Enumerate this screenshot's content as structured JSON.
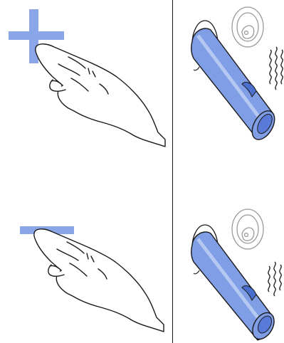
{
  "colors": {
    "background": "#ffffff",
    "line": "#1a1a1a",
    "accent_light": "#8aa6e8",
    "tube_fill": "#7f9ee6",
    "tube_dark": "#4a6fcf",
    "tube_light": "#b5c8f2"
  },
  "panels": [
    {
      "id": "plus",
      "icon": "plus-sign-icon",
      "hand": "finger-pointing-icon"
    },
    {
      "id": "spout-warm",
      "icon": "water-drop-icon",
      "spout": "faucet-spout-icon",
      "waves": "heat-waves-icon"
    },
    {
      "id": "minus",
      "icon": "minus-sign-icon",
      "hand": "finger-pointing-icon"
    },
    {
      "id": "spout-cool",
      "icon": "water-drop-icon",
      "spout": "faucet-spout-icon",
      "waves": "heat-waves-icon"
    }
  ]
}
